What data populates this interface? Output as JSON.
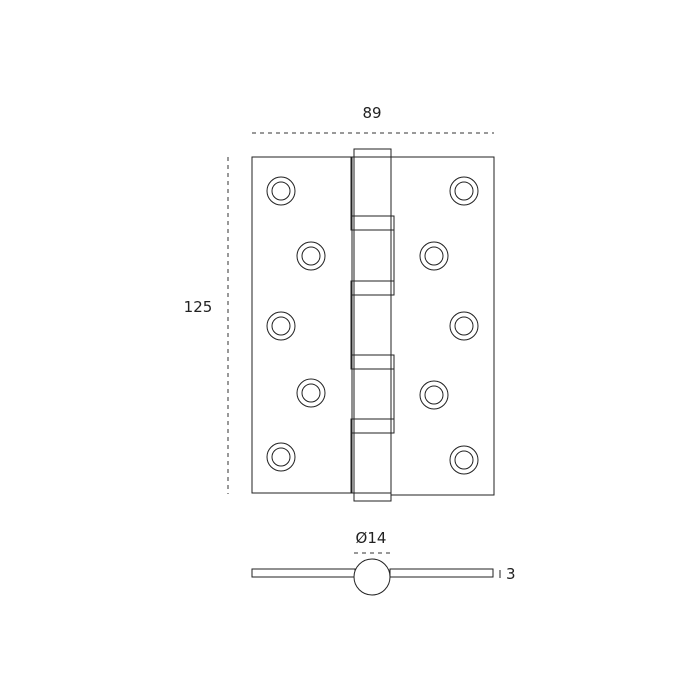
{
  "dimensions": {
    "width_label": "89",
    "height_label": "125",
    "knuckle_diameter_label": "Ø14",
    "thickness_label": "3"
  },
  "colors": {
    "line": "#222222",
    "background": "#ffffff"
  }
}
